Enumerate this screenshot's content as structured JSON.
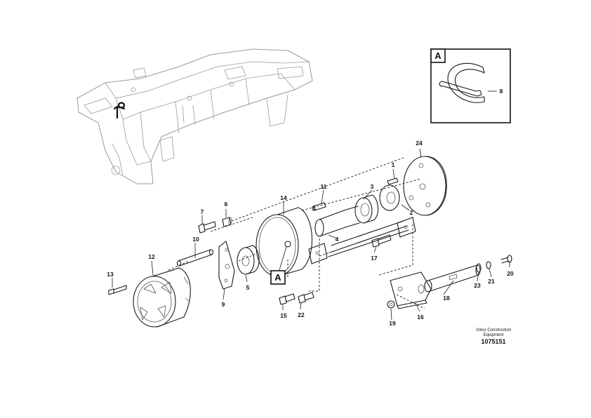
{
  "callouts": [
    {
      "id": "p1",
      "text": "1"
    },
    {
      "id": "p2",
      "text": "2"
    },
    {
      "id": "p3",
      "text": "3"
    },
    {
      "id": "p4",
      "text": "4"
    },
    {
      "id": "p5",
      "text": "5"
    },
    {
      "id": "p6",
      "text": "6"
    },
    {
      "id": "p7",
      "text": "7"
    },
    {
      "id": "p8",
      "text": "8"
    },
    {
      "id": "p9",
      "text": "9"
    },
    {
      "id": "p10",
      "text": "10"
    },
    {
      "id": "p11",
      "text": "11"
    },
    {
      "id": "p12",
      "text": "12"
    },
    {
      "id": "p13",
      "text": "13"
    },
    {
      "id": "p14",
      "text": "14"
    },
    {
      "id": "p15",
      "text": "15"
    },
    {
      "id": "p16",
      "text": "16"
    },
    {
      "id": "p17",
      "text": "17"
    },
    {
      "id": "p18",
      "text": "18"
    },
    {
      "id": "p19",
      "text": "19"
    },
    {
      "id": "p20",
      "text": "20"
    },
    {
      "id": "p21",
      "text": "21"
    },
    {
      "id": "p22",
      "text": "22"
    },
    {
      "id": "p23",
      "text": "23"
    },
    {
      "id": "p24",
      "text": "24"
    }
  ],
  "detail_box": {
    "label": "A"
  },
  "detail_marker": {
    "label": "A"
  },
  "caption": {
    "line1": "Volvo Construction",
    "line2": "Equipment",
    "code": "1075151"
  },
  "colors": {
    "line": "#1a1a1a",
    "frame": "#9a9a9a",
    "background": "#ffffff"
  }
}
